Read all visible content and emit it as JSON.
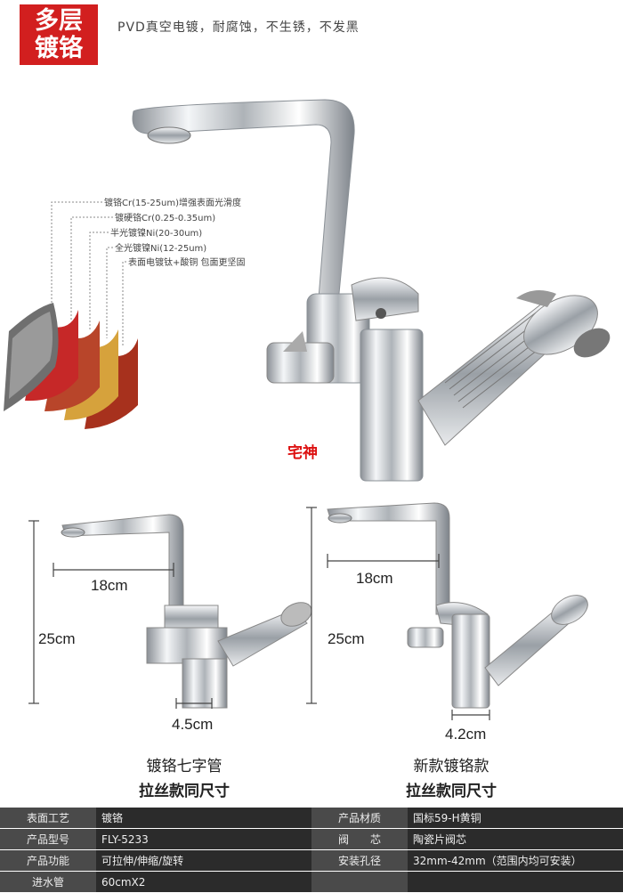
{
  "badge": {
    "line1": "多层",
    "line2": "镀铬"
  },
  "headline": "PVD真空电镀，耐腐蚀，不生锈，不发黑",
  "fine_print": "",
  "layers": [
    {
      "label": "镀铬Cr(15-25um)增强表面光滑度",
      "color": "#7a7a7a"
    },
    {
      "label": "镀硬铬Cr(0.25-0.35um)",
      "color": "#c0392b"
    },
    {
      "label": "半光镀镍Ni(20-30um)",
      "color": "#b5462a"
    },
    {
      "label": "全光镀镍Ni(12-25um)",
      "color": "#d6a23c"
    },
    {
      "label": "表面电镀钛+酸铜 包面更坚固",
      "color": "#c2401f"
    }
  ],
  "brand_mark": "宅神",
  "left_model": {
    "height": "25cm",
    "reach": "18cm",
    "base": "4.5cm",
    "caption1": "镀铬七字管",
    "caption2": "拉丝款同尺寸"
  },
  "right_model": {
    "height": "25cm",
    "reach": "18cm",
    "base": "4.2cm",
    "caption1": "新款镀铬款",
    "caption2": "拉丝款同尺寸"
  },
  "specs": [
    {
      "k1": "表面工艺",
      "v1": "镀铬",
      "k2": "产品材质",
      "v2": "国标59-H黄铜"
    },
    {
      "k1": "产品型号",
      "v1": "FLY-5233",
      "k2": "阀　　芯",
      "v2": "陶瓷片阀芯"
    },
    {
      "k1": "产品功能",
      "v1": "可拉伸/伸缩/旋转",
      "k2": "安装孔径",
      "v2": "32mm-42mm（范围内均可安装）"
    },
    {
      "k1": "进水管",
      "v1": "60cmX2",
      "k2": "",
      "v2": ""
    }
  ]
}
